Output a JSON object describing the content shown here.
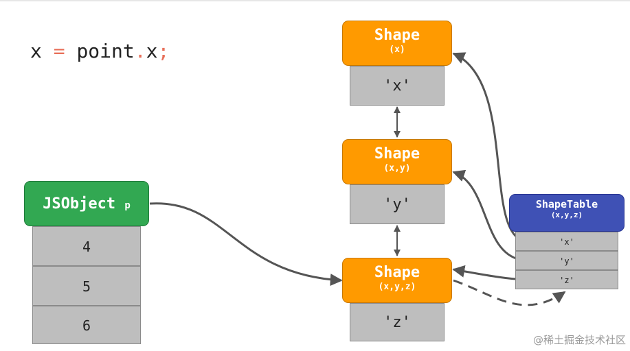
{
  "code": {
    "lhs": "x",
    "eq": "=",
    "obj": "point",
    "dot": ".",
    "prop": "x",
    "semi": ";"
  },
  "shapes": [
    {
      "title": "Shape",
      "props": "(x)",
      "key": "'x'"
    },
    {
      "title": "Shape",
      "props": "(x,y)",
      "key": "'y'"
    },
    {
      "title": "Shape",
      "props": "(x,y,z)",
      "key": "'z'"
    }
  ],
  "jsobject": {
    "title": "JSObject",
    "var": "p",
    "values": [
      "4",
      "5",
      "6"
    ]
  },
  "shapetable": {
    "title": "ShapeTable",
    "props": "(x,y,z)",
    "rows": [
      "'x'",
      "'y'",
      "'z'"
    ]
  },
  "watermark": "@稀土掘金技术社区",
  "colors": {
    "shape": "#ff9a00",
    "jsobject": "#32a852",
    "shapetable": "#3f51b5",
    "cell": "#bebebe",
    "arrow": "#555555"
  }
}
